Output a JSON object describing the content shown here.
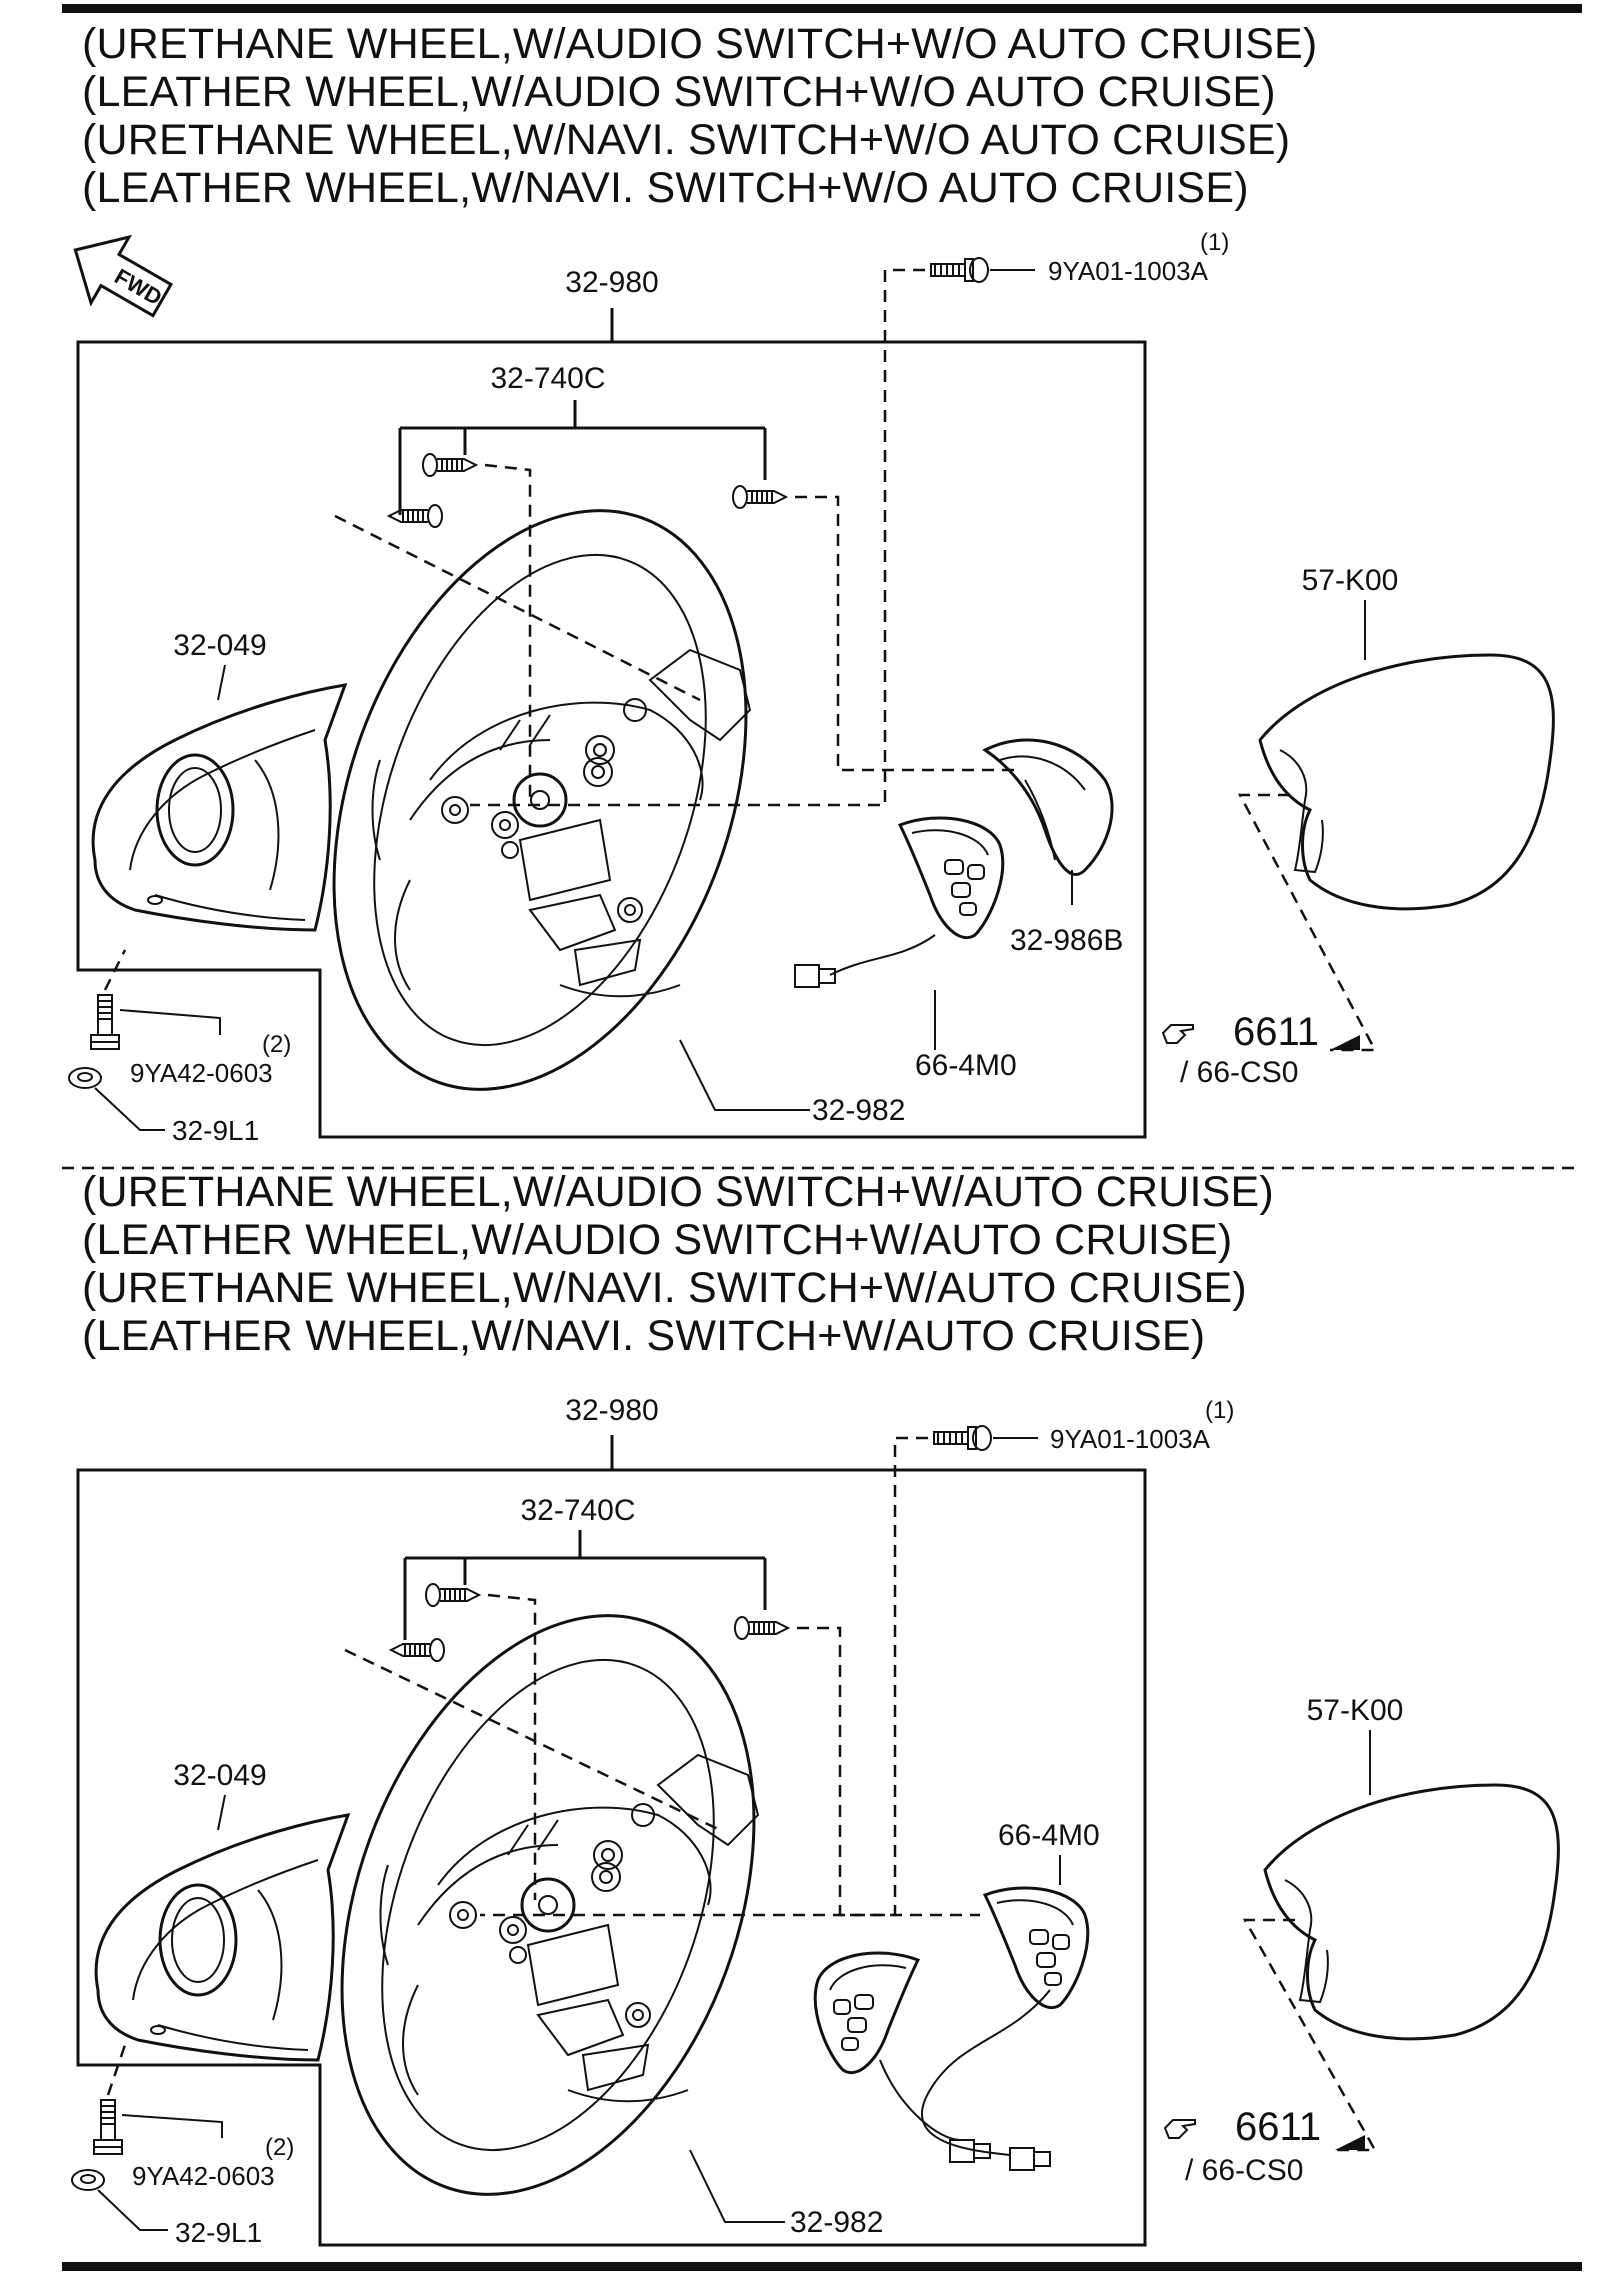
{
  "section_a": {
    "titles": [
      "(URETHANE WHEEL,W/AUDIO SWITCH+W/O AUTO CRUISE)",
      "(LEATHER WHEEL,W/AUDIO SWITCH+W/O AUTO CRUISE)",
      "(URETHANE WHEEL,W/NAVI. SWITCH+W/O AUTO CRUISE)",
      "(LEATHER WHEEL,W/NAVI. SWITCH+W/O AUTO CRUISE)"
    ],
    "labels": {
      "assembly": "32-980",
      "screws": "32-740C",
      "bolt_ref": "9YA01-1003A",
      "bolt_qty": "(1)",
      "cover": "32-049",
      "airbag": "57-K00",
      "trim": "32-986B",
      "switch": "66-4M0",
      "bolt2_ref": "9YA42-0603",
      "bolt2_qty": "(2)",
      "washer": "32-9L1",
      "wheel": "32-982",
      "ref_num": "6611",
      "ref_sub": "/ 66-CS0"
    }
  },
  "section_b": {
    "titles": [
      "(URETHANE WHEEL,W/AUDIO SWITCH+W/AUTO CRUISE)",
      "(LEATHER WHEEL,W/AUDIO SWITCH+W/AUTO CRUISE)",
      "(URETHANE WHEEL,W/NAVI. SWITCH+W/AUTO CRUISE)",
      "(LEATHER WHEEL,W/NAVI. SWITCH+W/AUTO CRUISE)"
    ],
    "labels": {
      "assembly": "32-980",
      "screws": "32-740C",
      "bolt_ref": "9YA01-1003A",
      "bolt_qty": "(1)",
      "cover": "32-049",
      "airbag": "57-K00",
      "switch": "66-4M0",
      "bolt2_ref": "9YA42-0603",
      "bolt2_qty": "(2)",
      "washer": "32-9L1",
      "wheel": "32-982",
      "ref_num": "6611",
      "ref_sub": "/ 66-CS0"
    }
  },
  "fwd_label": "FWD"
}
